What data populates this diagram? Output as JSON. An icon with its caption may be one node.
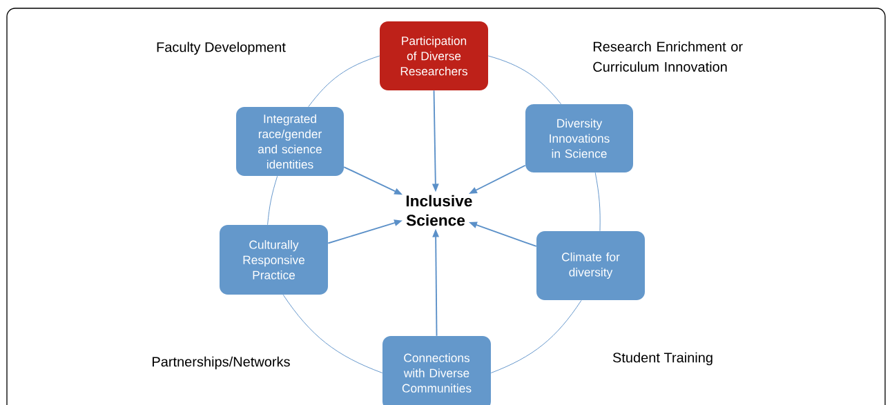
{
  "diagram": {
    "nodes": [
      {
        "text": [
          "Participation of Diverse Researchers"
        ]
      },
      {
        "text": [
          "Integrated race/gender and science identities"
        ]
      },
      {
        "text": [
          "Diversity Innovations in Science"
        ]
      },
      {
        "text": [
          "Inclusive Science"
        ]
      },
      {
        "text": [
          "Culturally Responsive Practice"
        ]
      },
      {
        "text": [
          "Climate for diversity"
        ]
      },
      {
        "text": [
          "Connections with Diverse Communities"
        ]
      }
    ],
    "edges": [
      {
        "from": 0,
        "to": 3,
        "arrow": "to"
      },
      {
        "from": 1,
        "to": 3,
        "arrow": "to"
      },
      {
        "from": 2,
        "to": 3,
        "arrow": "to"
      },
      {
        "from": 4,
        "to": 3,
        "arrow": "to"
      },
      {
        "from": 5,
        "to": 3,
        "arrow": "to"
      },
      {
        "from": 6,
        "to": 3,
        "arrow": "to"
      },
      {
        "from": 0,
        "to": 1,
        "arrow": "none"
      },
      {
        "from": 0,
        "to": 2,
        "arrow": "none"
      },
      {
        "from": 1,
        "to": 4,
        "arrow": "none"
      },
      {
        "from": 2,
        "to": 5,
        "arrow": "none"
      },
      {
        "from": 4,
        "to": 6,
        "arrow": "none"
      },
      {
        "from": 5,
        "to": 6,
        "arrow": "none"
      }
    ],
    "labels": [
      "Faculty Development",
      "Research Enrichment or Curriculum Innovation",
      "Partnerships/Networks",
      "Student Training"
    ]
  }
}
